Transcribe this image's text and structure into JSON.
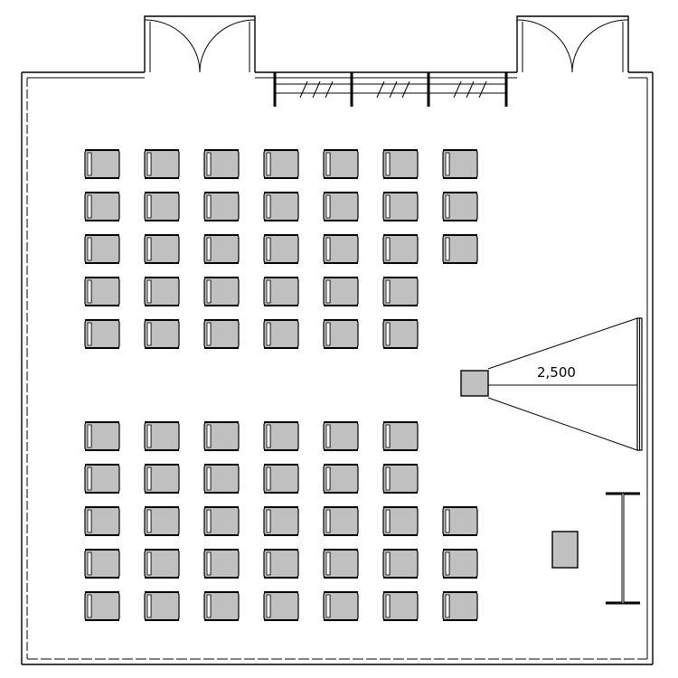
{
  "plan": {
    "colors": {
      "line": "#000000",
      "seat_fill": "#c0c0c0",
      "background": "#ffffff"
    },
    "projection": {
      "distance_label": "2,500"
    },
    "seating": {
      "front_block_rows": [
        7,
        7,
        7,
        6,
        6
      ],
      "rear_block_rows": [
        6,
        6,
        7,
        7,
        7
      ]
    },
    "icons": [
      "chair-icon",
      "projector-icon",
      "screen-icon",
      "door-icon",
      "window-icon",
      "lectern-icon"
    ]
  }
}
